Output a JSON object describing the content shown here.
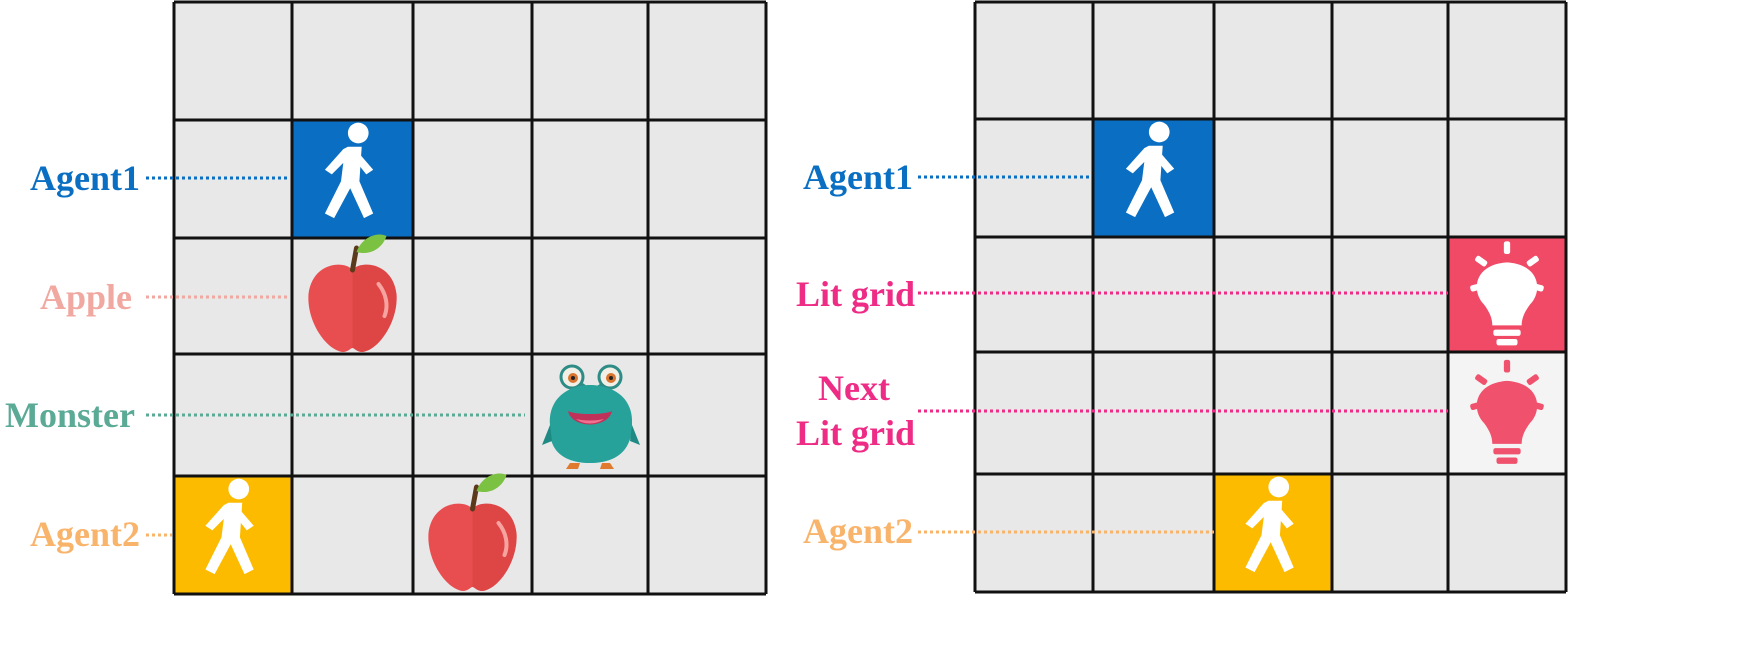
{
  "colors": {
    "cell": "#e8e8e8",
    "grid_line": "#111111",
    "agent1": "#0a6fc2",
    "agent2": "#fdbb00",
    "apple_label": "#f0a8a0",
    "monster_label": "#5aaa96",
    "agent2_label": "#f9b46b",
    "lit_label": "#ee2c86",
    "lit_cell": "#f04a66",
    "next_lit_bulb": "#f0526d"
  },
  "left_panel": {
    "grid_size": 5,
    "labels": {
      "agent1": "Agent1",
      "apple": "Apple",
      "monster": "Monster",
      "agent2": "Agent2"
    },
    "entities": [
      {
        "type": "agent1",
        "row": 1,
        "col": 1,
        "icon": "walking-person-icon"
      },
      {
        "type": "apple",
        "row": 2,
        "col": 1,
        "icon": "apple-icon"
      },
      {
        "type": "monster",
        "row": 3,
        "col": 3,
        "icon": "monster-icon"
      },
      {
        "type": "agent2",
        "row": 4,
        "col": 0,
        "icon": "walking-person-icon"
      },
      {
        "type": "apple",
        "row": 4,
        "col": 2,
        "icon": "apple-icon"
      }
    ]
  },
  "right_panel": {
    "grid_size": 5,
    "labels": {
      "agent1": "Agent1",
      "lit_grid": "Lit grid",
      "next_lit_line1": "Next",
      "next_lit_line2": "Lit grid",
      "agent2": "Agent2"
    },
    "entities": [
      {
        "type": "agent1",
        "row": 1,
        "col": 1,
        "icon": "walking-person-icon"
      },
      {
        "type": "lit",
        "row": 2,
        "col": 4,
        "icon": "lightbulb-icon"
      },
      {
        "type": "next_lit",
        "row": 3,
        "col": 4,
        "icon": "lightbulb-icon"
      },
      {
        "type": "agent2",
        "row": 4,
        "col": 2,
        "icon": "walking-person-icon"
      }
    ]
  }
}
